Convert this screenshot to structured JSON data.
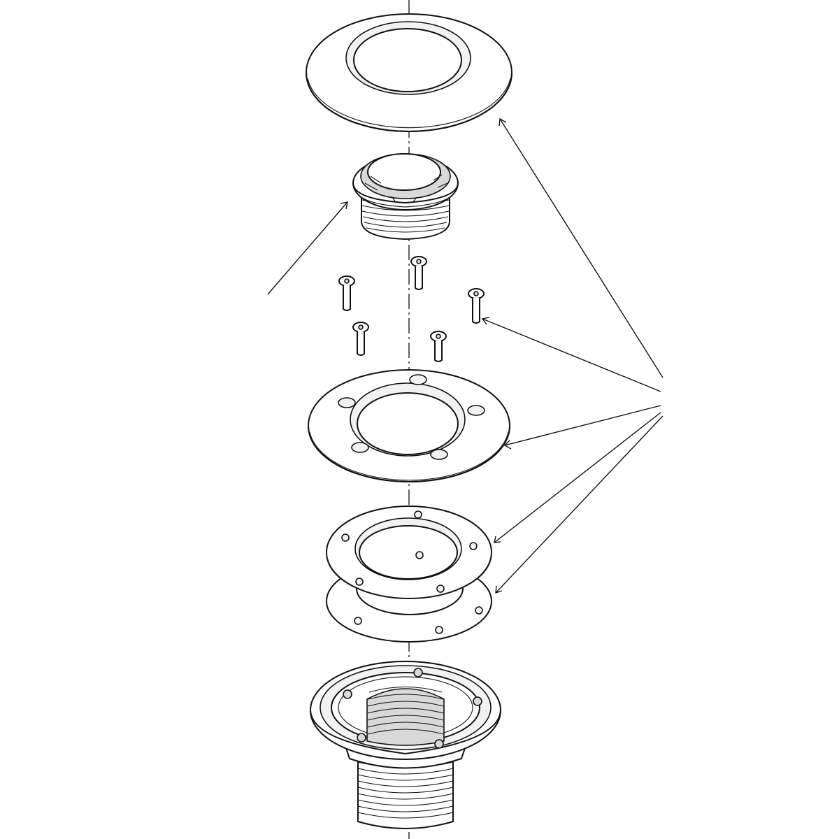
{
  "diagram": {
    "type": "exploded-assembly-drawing",
    "parts": [
      "cover-plate",
      "grate-strainer",
      "screws",
      "clamping-ring",
      "gasket-upper",
      "gasket-lower",
      "drain-body"
    ],
    "screw_count": 5,
    "leader_groups": [
      {
        "name": "left-leader",
        "targets": [
          "grate-strainer"
        ]
      },
      {
        "name": "right-leader-bundle",
        "targets": [
          "cover-plate",
          "screws",
          "clamping-ring",
          "gasket-upper",
          "gasket-lower"
        ]
      }
    ],
    "colors": {
      "line": "#111111",
      "background": "#ffffff"
    }
  }
}
